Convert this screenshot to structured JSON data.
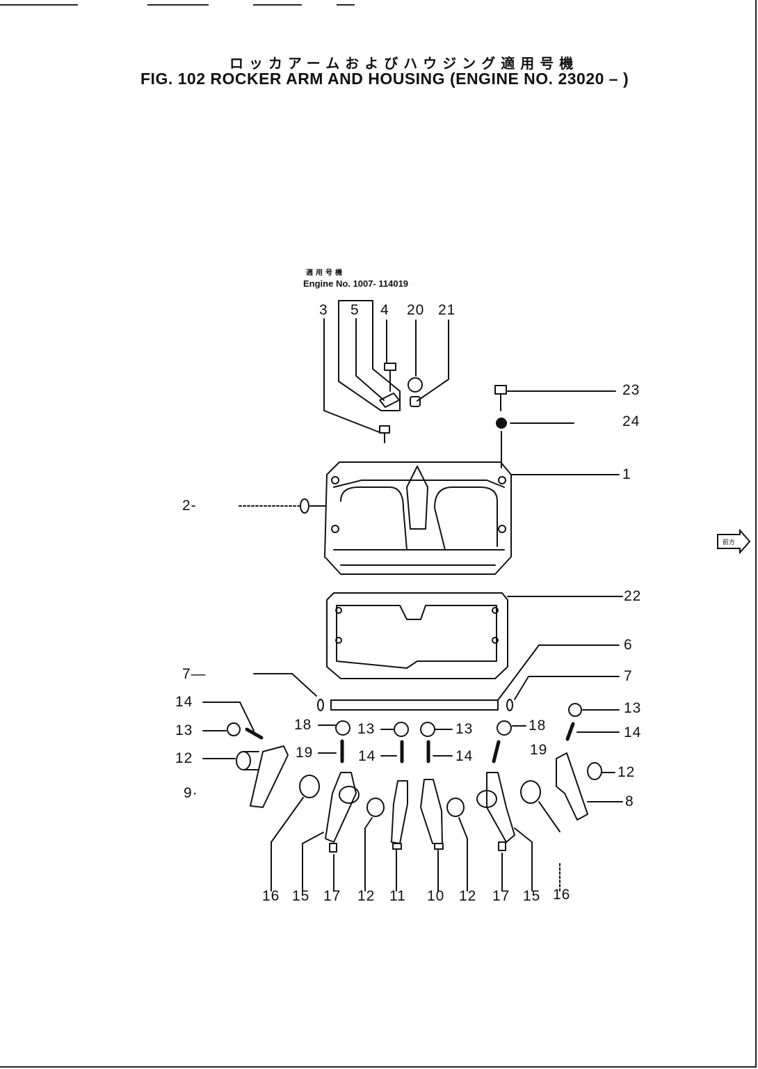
{
  "header": {
    "title_jp": "ロッカアームおよびハウジング適用号機",
    "title_en": "FIG. 102  ROCKER ARM AND HOUSING (ENGINE NO. 23020 –  )"
  },
  "note": {
    "jp": "適用号機",
    "en": "Engine No. 1007- 114019"
  },
  "labels": {
    "l3": "3",
    "l5": "5",
    "l4": "4",
    "l20": "20",
    "l21": "21",
    "l23": "23",
    "l24": "24",
    "l1": "1",
    "l2": "2-",
    "l22": "22",
    "l6": "6",
    "l7a": "7—",
    "l7b": "7",
    "l14a": "14",
    "l13a": "13",
    "l12a": "12",
    "l9": "9·",
    "l18a": "18",
    "l13b": "13",
    "l13c": "13",
    "l18b": "18",
    "l19a": "19",
    "l14b": "14",
    "l14c": "14",
    "l19b": "19",
    "l13d": "13",
    "l14d": "14",
    "l12b": "12",
    "l8": "8",
    "b16a": "16",
    "b15a": "15",
    "b17a": "17",
    "b12a": "12",
    "b11": "11",
    "b10": "10",
    "b12b": "12",
    "b17b": "17",
    "b15b": "15",
    "b16b": "16"
  },
  "nav": {
    "label": "前方",
    "icon": "next-page-arrow-icon"
  }
}
